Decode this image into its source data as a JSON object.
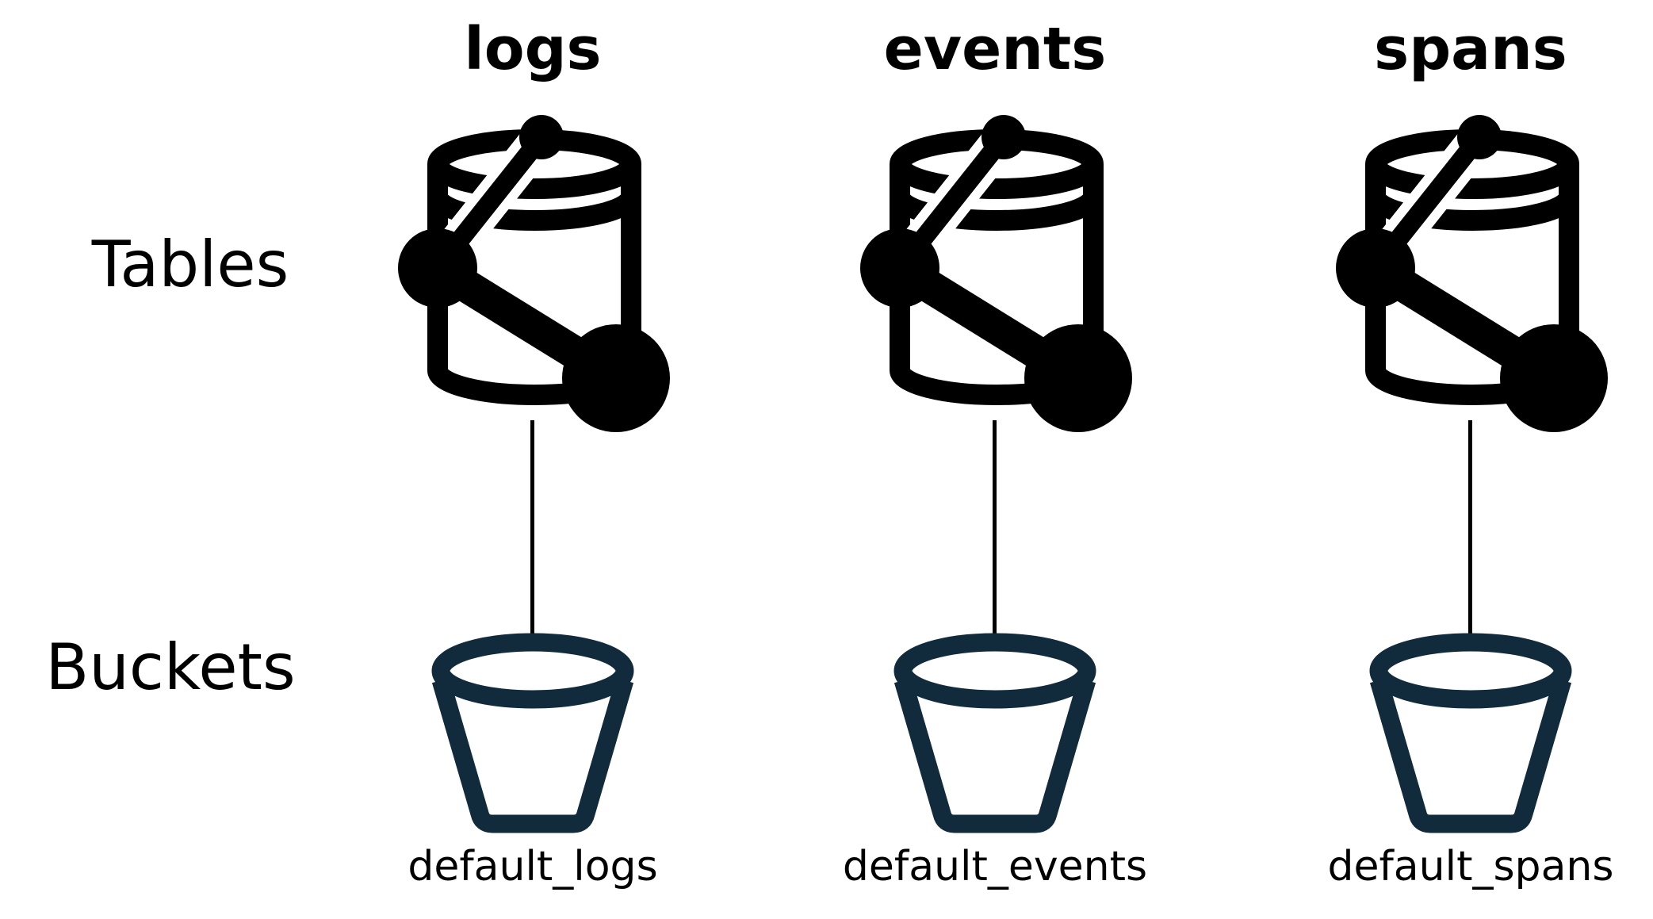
{
  "diagram": {
    "row_labels": {
      "tables": "Tables",
      "buckets": "Buckets"
    },
    "columns": [
      {
        "table_name": "logs",
        "bucket_name": "default_logs"
      },
      {
        "table_name": "events",
        "bucket_name": "default_events"
      },
      {
        "table_name": "spans",
        "bucket_name": "default_spans"
      }
    ],
    "colors": {
      "table_icon": "#000000",
      "bucket_icon": "#112b3c",
      "connector": "#000000",
      "text": "#000000",
      "background": "#ffffff"
    }
  }
}
